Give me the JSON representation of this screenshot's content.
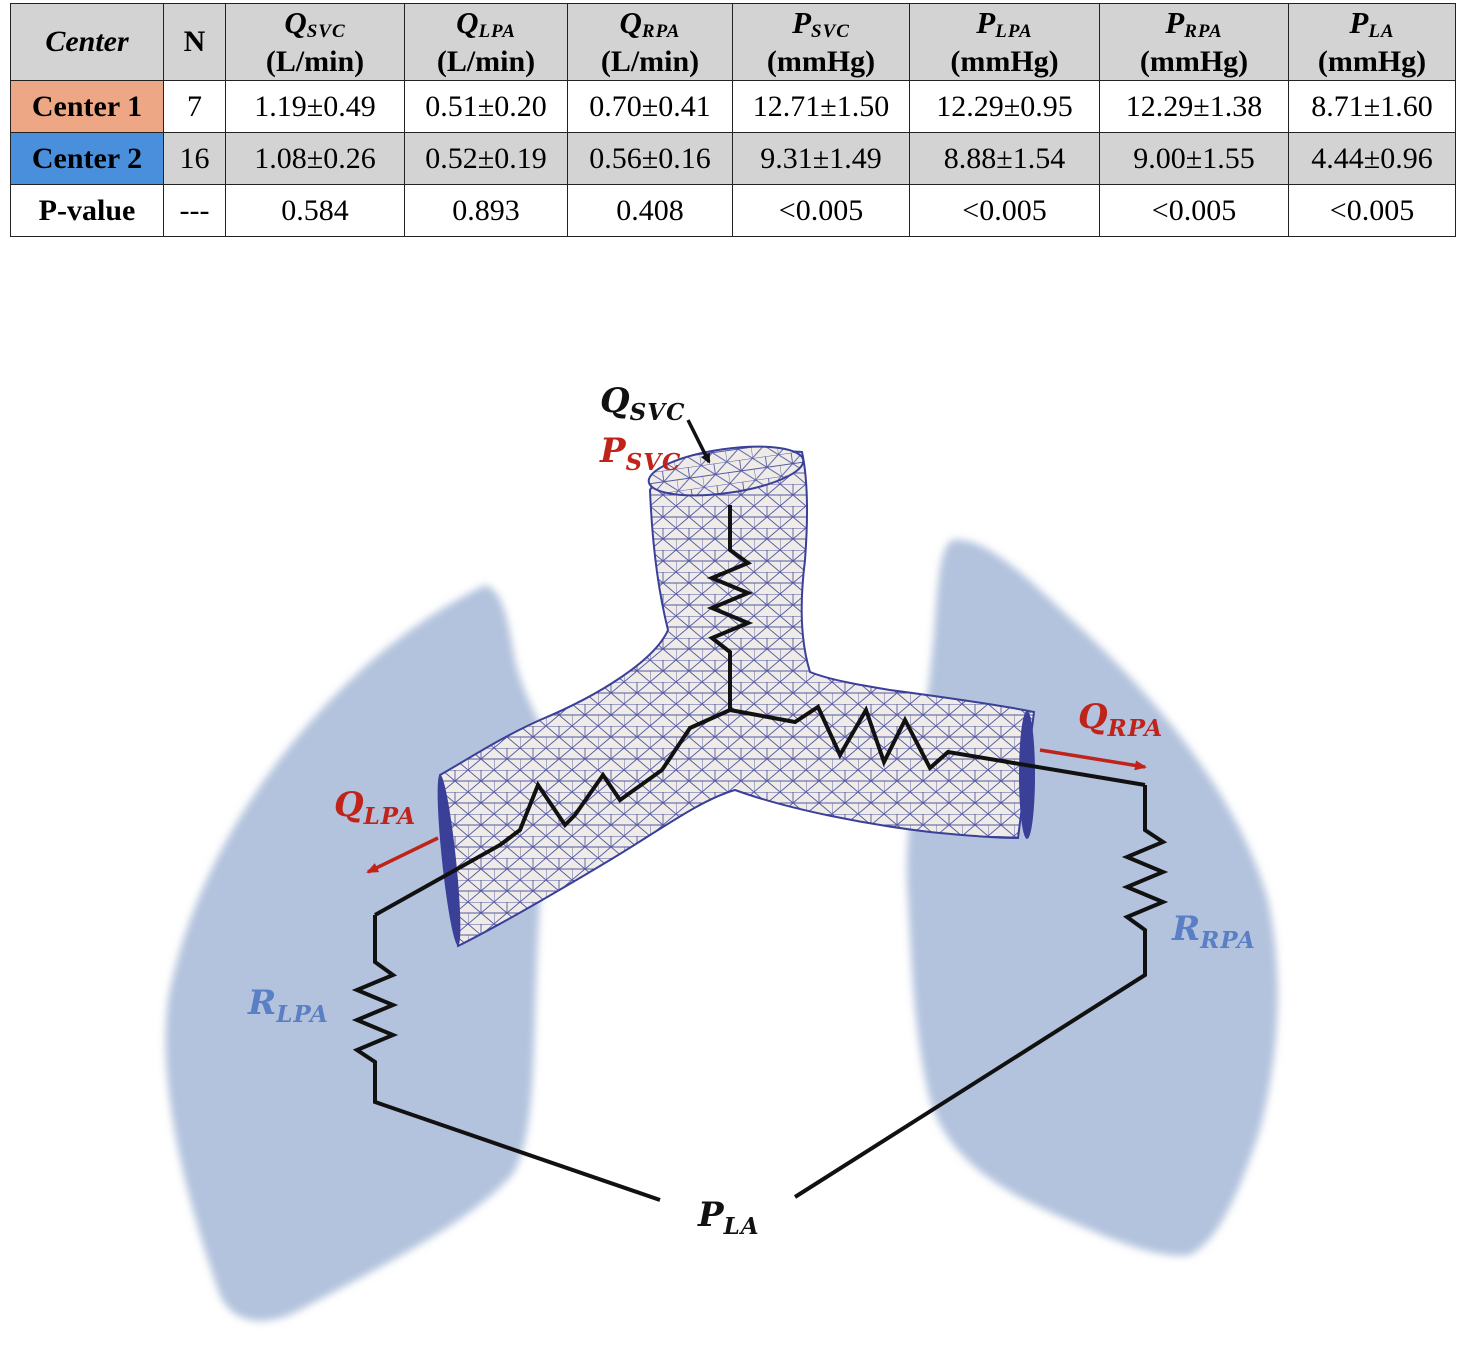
{
  "table": {
    "columns": [
      {
        "label": "Center"
      },
      {
        "label": "N"
      },
      {
        "sym": "Q",
        "sub": "SVC",
        "unit": "(L/min)"
      },
      {
        "sym": "Q",
        "sub": "LPA",
        "unit": "(L/min)"
      },
      {
        "sym": "Q",
        "sub": "RPA",
        "unit": "(L/min)"
      },
      {
        "sym": "P",
        "sub": "SVC",
        "unit": "(mmHg)"
      },
      {
        "sym": "P",
        "sub": "LPA",
        "unit": "(mmHg)"
      },
      {
        "sym": "P",
        "sub": "RPA",
        "unit": "(mmHg)"
      },
      {
        "sym": "P",
        "sub": "LA",
        "unit": "(mmHg)"
      }
    ],
    "rows": [
      {
        "cells": [
          "Center 1",
          "7",
          "1.19±0.49",
          "0.51±0.20",
          "0.70±0.41",
          "12.71±1.50",
          "12.29±0.95",
          "12.29±1.38",
          "8.71±1.60"
        ],
        "label_color": "#eea785"
      },
      {
        "cells": [
          "Center 2",
          "16",
          "1.08±0.26",
          "0.52±0.19",
          "0.56±0.16",
          "9.31±1.49",
          "8.88±1.54",
          "9.00±1.55",
          "4.44±0.96"
        ],
        "label_color": "#4a8fdb"
      },
      {
        "cells": [
          "P-value",
          "---",
          "0.584",
          "0.893",
          "0.408",
          "<0.005",
          "<0.005",
          "<0.005",
          "<0.005"
        ]
      }
    ]
  },
  "figure": {
    "labels": {
      "q_svc": {
        "sym": "Q",
        "sub": "SVC"
      },
      "p_svc": {
        "sym": "P",
        "sub": "SVC"
      },
      "q_rpa": {
        "sym": "Q",
        "sub": "RPA"
      },
      "q_lpa": {
        "sym": "Q",
        "sub": "LPA"
      },
      "r_rpa": {
        "sym": "R",
        "sub": "RPA"
      },
      "r_lpa": {
        "sym": "R",
        "sub": "LPA"
      },
      "p_la": {
        "sym": "P",
        "sub": "LA"
      }
    },
    "colors": {
      "lung": "#b3c3dd",
      "vessel": "#efece8",
      "mesh": "#3a3f98",
      "circuit": "#111111",
      "flow_arrow": "#c0231a",
      "resistance_label": "#5a7fc4"
    }
  }
}
